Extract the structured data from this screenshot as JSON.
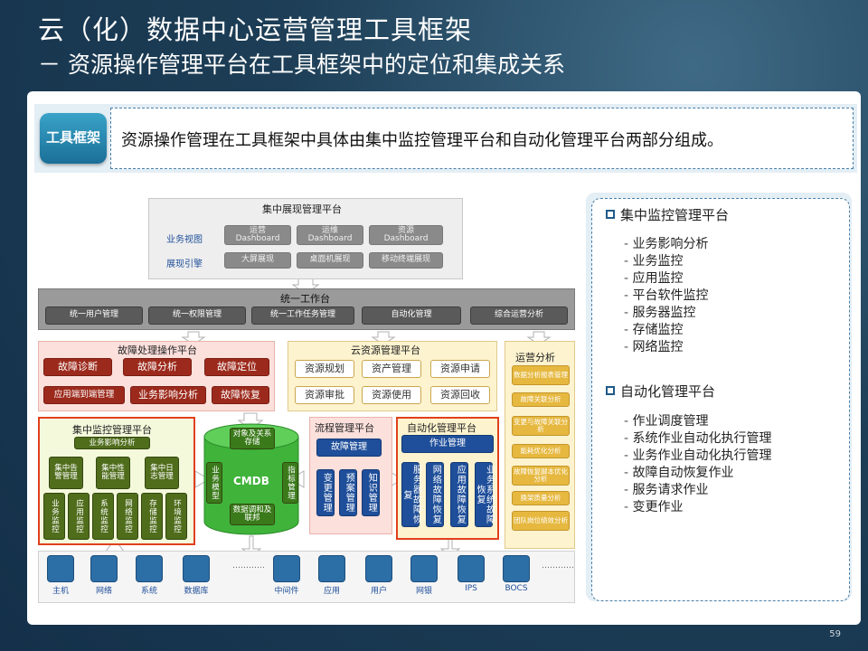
{
  "title": "云（化）数据中心运营管理工具框架",
  "subtitle": "－ 资源操作管理平台在工具框架中的定位和集成关系",
  "page_number": "59",
  "callout": {
    "tag": "工具框架",
    "text": "资源操作管理在工具框架中具体由集中监控管理平台和自动化管理平台两部分组成。"
  },
  "display_platform": {
    "title": "集中展现管理平台",
    "row1_label": "业务视图",
    "row1_items": [
      "运营\nDashboard",
      "运维\nDashboard",
      "资源\nDashboard"
    ],
    "row2_label": "展现引擎",
    "row2_items": [
      "大屏展现",
      "桌面机展现",
      "移动终端展现"
    ]
  },
  "workbench": {
    "title": "统一工作台",
    "items": [
      "统一用户管理",
      "统一权限管理",
      "统一工作任务管理",
      "自动化管理",
      "综合运营分析"
    ]
  },
  "fault_platform": {
    "title": "故障处理操作平台",
    "row1": [
      "故障诊断",
      "故障分析",
      "故障定位"
    ],
    "row2": [
      "应用端到端管理",
      "业务影响分析",
      "故障恢复"
    ]
  },
  "cloud_resource": {
    "title": "云资源管理平台",
    "row1": [
      "资源规划",
      "资产管理",
      "资源申请"
    ],
    "row2": [
      "资源审批",
      "资源使用",
      "资源回收"
    ]
  },
  "ops_analysis": {
    "title": "运营分析",
    "items": [
      "数据分析报表管理",
      "故障关联分析",
      "变更与故障关联分析",
      "能耗优化分析",
      "故障恢复脚本优化分析",
      "换架质量分析",
      "团队岗位绩效分析"
    ]
  },
  "monitoring": {
    "title": "集中监控管理平台",
    "top": "业务影响分析",
    "mid": [
      "集中告警管理",
      "集中性能管理",
      "集中日志管理"
    ],
    "bottom": [
      "业务监控",
      "应用监控",
      "系统监控",
      "网络监控",
      "存储监控",
      "环境监控"
    ]
  },
  "cmdb": {
    "top": "对象及关系存储",
    "center": "CMDB",
    "bottom": "数据调和及联邦",
    "left": "业务模型",
    "right": "指标管理"
  },
  "process": {
    "title": "流程管理平台",
    "top": "故障管理",
    "items": [
      "变更管理",
      "预案管理",
      "知识管理"
    ]
  },
  "automation": {
    "title": "自动化管理平台",
    "top": "作业管理",
    "items": [
      "服务器故障恢复",
      "网络故障恢复",
      "应用故障恢复",
      "业务系统故障恢复"
    ]
  },
  "infra": {
    "left": [
      "主机",
      "网络",
      "系统",
      "数据库"
    ],
    "dots1": "…………",
    "right": [
      "中间件",
      "应用",
      "用户",
      "网银",
      "IPS",
      "BOCS"
    ],
    "dots2": "…………"
  },
  "right_panel": {
    "section1_title": "集中监控管理平台",
    "section1_items": [
      "业务影响分析",
      "业务监控",
      "应用监控",
      "平台软件监控",
      "服务器监控",
      "存储监控",
      "网络监控"
    ],
    "section2_title": "自动化管理平台",
    "section2_items": [
      "作业调度管理",
      "系统作业自动化执行管理",
      "业务作业自动化执行管理",
      "故障自动恢复作业",
      "服务请求作业",
      "变更作业"
    ]
  },
  "colors": {
    "accent_red": "#e0401c",
    "monitor_green": "#f4f9dc",
    "cloud_yellow": "#fdf3cf",
    "fault_pink": "#fbe0dc"
  }
}
